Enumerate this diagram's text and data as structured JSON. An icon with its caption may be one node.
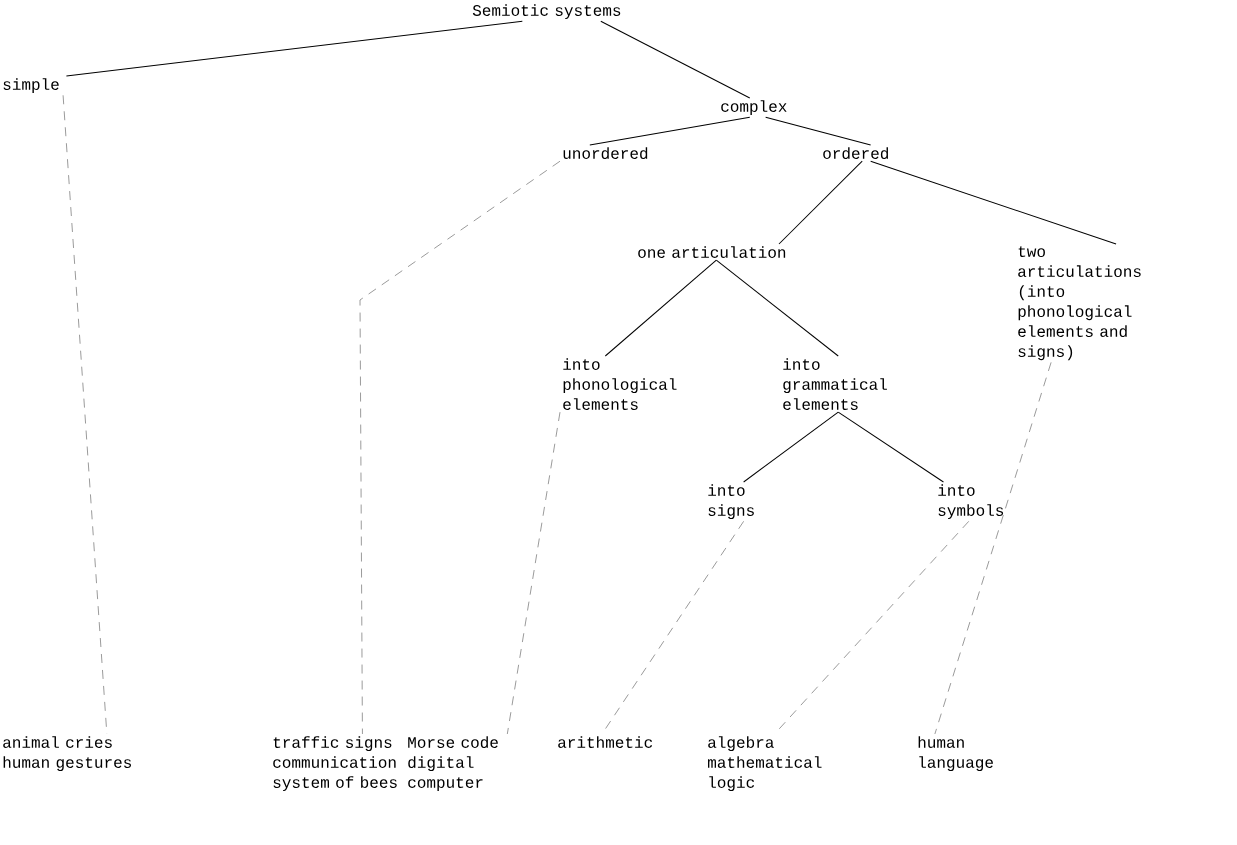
{
  "diagram": {
    "nodes": [
      {
        "text": [
          "Semiotic systems"
        ]
      },
      {
        "text": [
          "simple"
        ]
      },
      {
        "text": [
          "complex"
        ]
      },
      {
        "text": [
          "unordered"
        ]
      },
      {
        "text": [
          "ordered"
        ]
      },
      {
        "text": [
          "one articulation"
        ]
      },
      {
        "text": [
          "two articulations (into phonological elements and signs)"
        ]
      },
      {
        "text": [
          "into phonological elements"
        ]
      },
      {
        "text": [
          "into grammatical elements"
        ]
      },
      {
        "text": [
          "into signs"
        ]
      },
      {
        "text": [
          "into symbols"
        ]
      },
      {
        "text": [
          "animal cries",
          "human gestures"
        ]
      },
      {
        "text": [
          "traffic signs",
          "communication system of bees"
        ]
      },
      {
        "text": [
          "Morse code",
          "digital computer"
        ]
      },
      {
        "text": [
          "arithmetic"
        ]
      },
      {
        "text": [
          "algebra",
          "mathematical logic"
        ]
      },
      {
        "text": [
          "human language"
        ]
      }
    ],
    "edges": [
      {
        "from": 0,
        "to": 1,
        "arrow": "none"
      },
      {
        "from": 0,
        "to": 2,
        "arrow": "none"
      },
      {
        "from": 2,
        "to": 3,
        "arrow": "none"
      },
      {
        "from": 2,
        "to": 4,
        "arrow": "none"
      },
      {
        "from": 4,
        "to": 5,
        "arrow": "none"
      },
      {
        "from": 4,
        "to": 6,
        "arrow": "none"
      },
      {
        "from": 5,
        "to": 7,
        "arrow": "none"
      },
      {
        "from": 5,
        "to": 8,
        "arrow": "none"
      },
      {
        "from": 8,
        "to": 9,
        "arrow": "none"
      },
      {
        "from": 8,
        "to": 10,
        "arrow": "none"
      },
      {
        "from": 1,
        "to": 11,
        "arrow": "none",
        "style": "dashed"
      },
      {
        "from": 3,
        "to": 12,
        "arrow": "none",
        "style": "dashed"
      },
      {
        "from": 7,
        "to": 13,
        "arrow": "none",
        "style": "dashed"
      },
      {
        "from": 9,
        "to": 14,
        "arrow": "none",
        "style": "dashed"
      },
      {
        "from": 10,
        "to": 15,
        "arrow": "none",
        "style": "dashed"
      },
      {
        "from": 6,
        "to": 16,
        "arrow": "none",
        "style": "dashed"
      }
    ]
  }
}
